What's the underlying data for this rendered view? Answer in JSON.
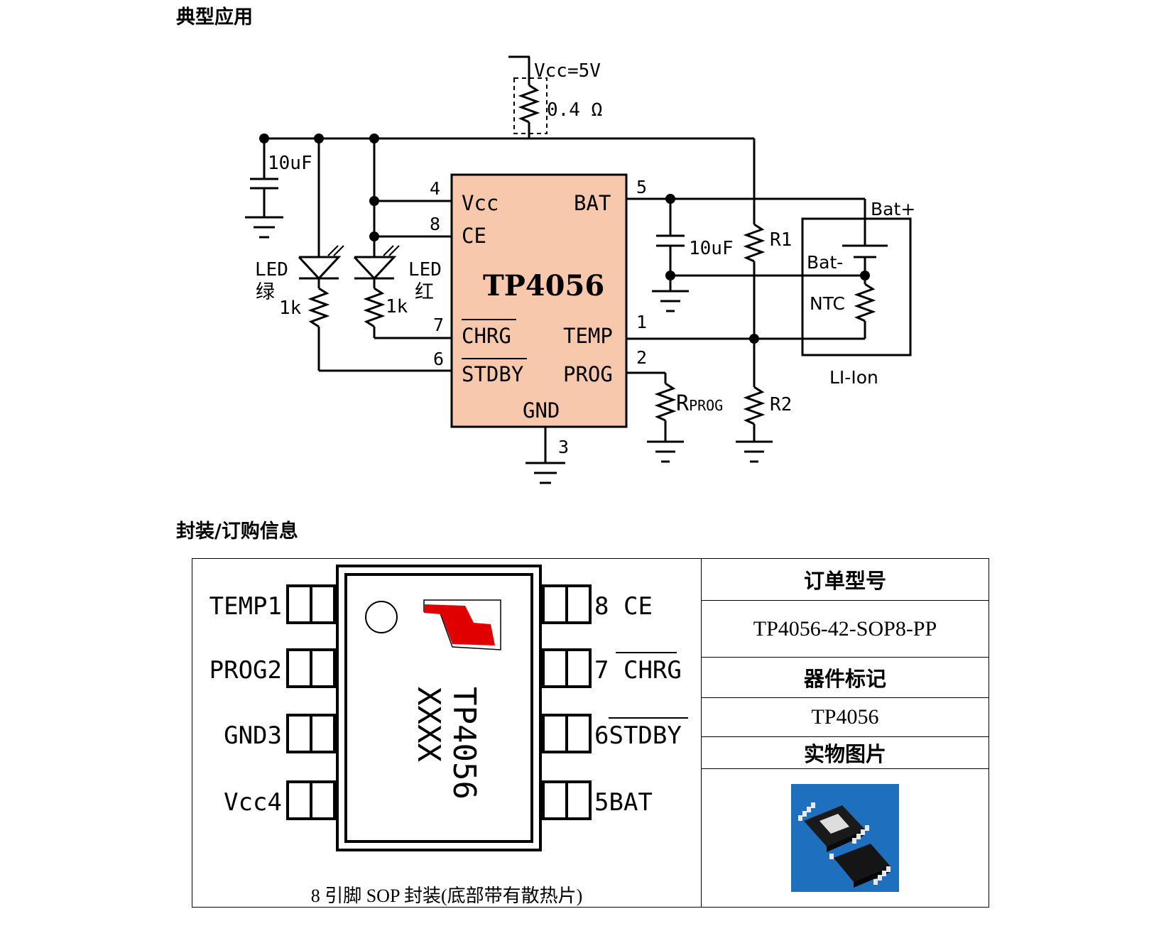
{
  "sections": {
    "typical_app": "典型应用",
    "package_info": "封装/订购信息"
  },
  "circuit": {
    "vcc_supply": "Vcc=5V",
    "r_sense": "0.4 Ω",
    "c_in": "10uF",
    "c_bat": "10uF",
    "led_green_a": "LED",
    "led_green_b": "绿",
    "led_red_a": "LED",
    "led_red_b": "红",
    "r_led1": "1k",
    "r_led2": "1k",
    "r1": "R1",
    "r2": "R2",
    "rprog_r": "R",
    "rprog_sub": "PROG",
    "bat_plus": "Bat+",
    "bat_minus": "Bat-",
    "ntc": "NTC",
    "battery": "LI-Ion",
    "chip": {
      "name": "TP4056",
      "vcc": "Vcc",
      "ce": "CE",
      "chrg": "CHRG",
      "stdby": "STDBY",
      "bat": "BAT",
      "temp": "TEMP",
      "prog": "PROG",
      "gnd": "GND",
      "p4": "4",
      "p8": "8",
      "p7": "7",
      "p6": "6",
      "p5": "5",
      "p1": "1",
      "p2": "2",
      "p3": "3"
    }
  },
  "package": {
    "left_pins": [
      "TEMP1",
      "PROG2",
      "GND3",
      "Vcc4"
    ],
    "right_pins": [
      {
        "num": "8",
        "name": "CE",
        "overline": false
      },
      {
        "num": "7",
        "name": "CHRG",
        "overline": true
      },
      {
        "num": "6",
        "name": "STDBY",
        "overline": true
      },
      {
        "num": "5",
        "name": "BAT",
        "overline": false
      }
    ],
    "marking_line1": "TP4056",
    "marking_line2": "XXXX",
    "caption": "8 引脚 SOP 封装(底部带有散热片)"
  },
  "order_table": {
    "order_header": "订单型号",
    "order_value": "TP4056-42-SOP8-PP",
    "marking_header": "器件标记",
    "marking_value": "TP4056",
    "photo_header": "实物图片"
  },
  "colors": {
    "chip_fill": "#f8c8ac",
    "photo_bg": "#1f6fbf",
    "logo_red": "#e00000"
  }
}
